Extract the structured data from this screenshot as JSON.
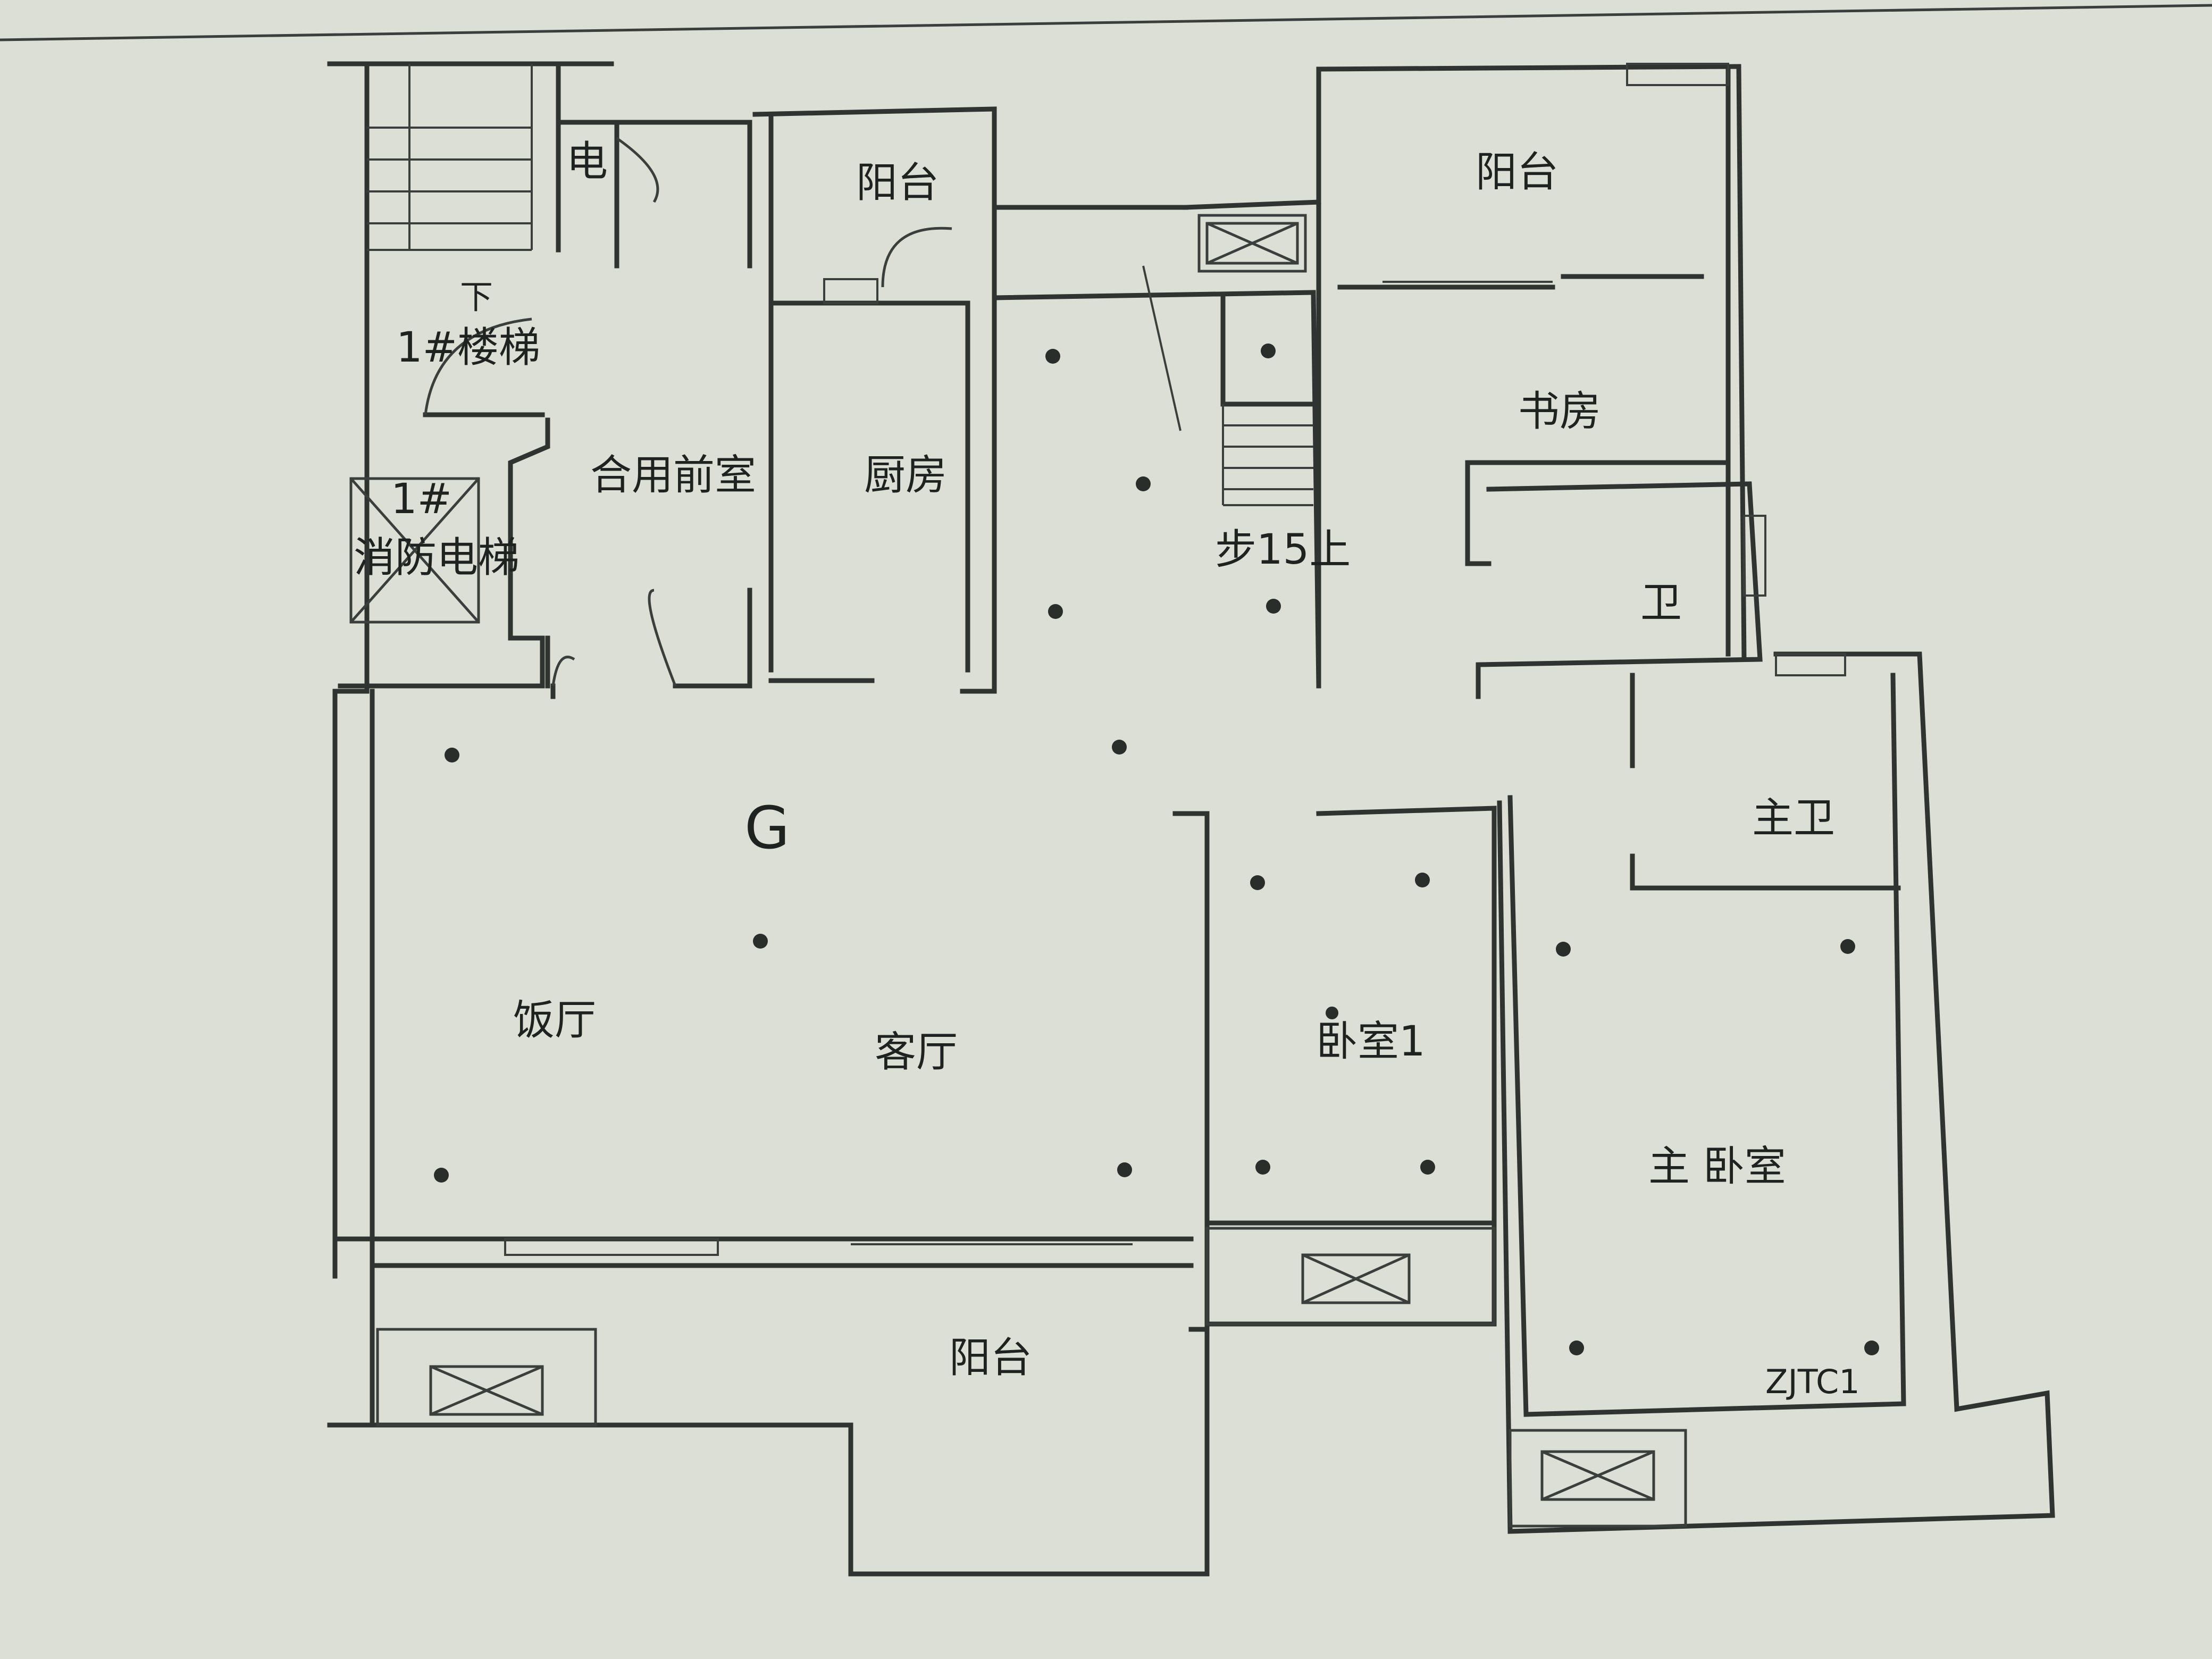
{
  "rooms": {
    "stair_down": "下",
    "stairwell": "1#楼梯",
    "electric": "电",
    "fire_elevator_no": "1#",
    "fire_elevator": "消防电梯",
    "shared_lobby": "合用前室",
    "balcony_kitchen": "阳台",
    "kitchen": "厨房",
    "stair_steps": "步15上",
    "balcony_study": "阳台",
    "study": "书房",
    "bath": "卫",
    "master_bath": "主卫",
    "dining": "饭厅",
    "living": "客厅",
    "bedroom1": "卧室1",
    "master_bedroom": "主 卧室",
    "balcony_living": "阳台",
    "grid_mark": "G",
    "window_code": "ZJTC1"
  }
}
